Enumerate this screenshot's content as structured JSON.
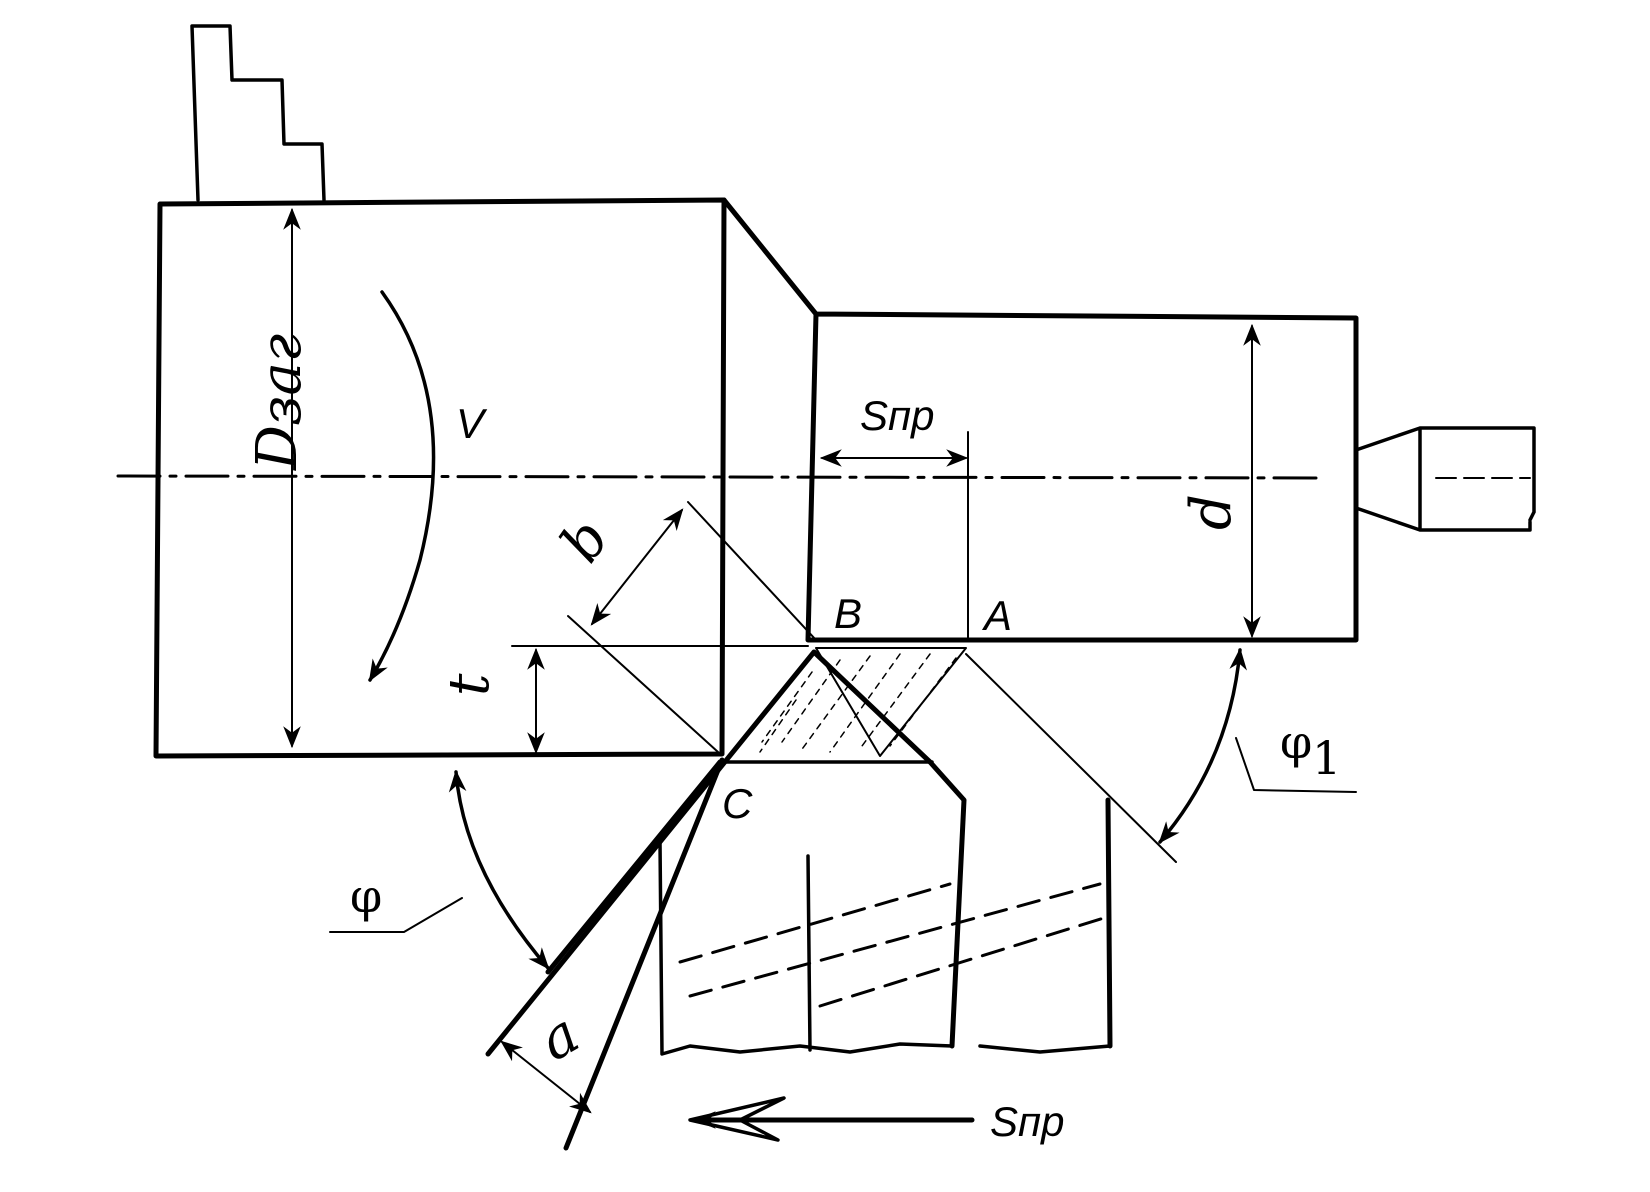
{
  "labels": {
    "d_blank": "D",
    "d_blank_sub": "заг",
    "v": "V",
    "s_pr_top": "Sпр",
    "b": "b",
    "t": "t",
    "d": "d",
    "point_b": "B",
    "point_a": "A",
    "point_c": "C",
    "phi": "φ",
    "phi1": "φ",
    "phi1_sub": "1",
    "a": "a",
    "s_pr_bottom": "Sпр"
  }
}
